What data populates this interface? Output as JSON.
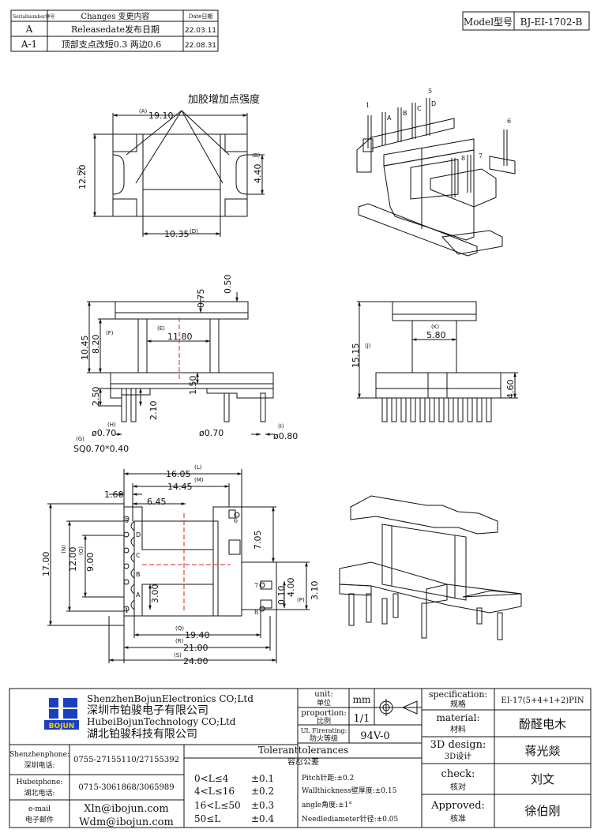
{
  "revision_table": {
    "headers": {
      "serial": "Serialnumber序号",
      "changes": "Changes 变更内容",
      "date": "Date日期"
    },
    "rows": [
      {
        "serial": "A",
        "change": "Releasedate发布日期",
        "date": "22.03.11"
      },
      {
        "serial": "A-1",
        "change": "顶部支点改短0.3 两边0.6",
        "date": "22.08.31"
      }
    ]
  },
  "model": {
    "label": "Model型号",
    "value": "BJ-EI-1702-B"
  },
  "top_view": {
    "note": "加胶增加点强度",
    "dims": {
      "A": "19.10",
      "A_tag": "(A)",
      "B": "4.40",
      "B_tag": "(B)",
      "C": "12.20",
      "C_tag": "(C)",
      "D": "10.35",
      "D_tag": "(D)"
    }
  },
  "iso_top_pins": {
    "p1": "1",
    "p5": "5",
    "p6": "6",
    "p7": "7",
    "p8": "8",
    "pA": "A",
    "pB": "B",
    "pC": "C",
    "pD": "D"
  },
  "front_view": {
    "dims": {
      "d050": "0.50",
      "d075": "0.75",
      "E": "11.80",
      "E_tag": "(E)",
      "F": "8.20",
      "F_tag": "(F)",
      "d1045": "10.45",
      "d250": "2.50",
      "d150": "1.50",
      "d210": "2.10",
      "H": "ø0.70",
      "H_tag": "(H)",
      "d070b": "ø0.70",
      "I": "ø0.80",
      "I_tag": "(I)",
      "G": "SQ0.70*0.40",
      "G_tag": "(G)"
    }
  },
  "side_view": {
    "dims": {
      "J": "15.15",
      "J_tag": "(J)",
      "K": "5.80",
      "K_tag": "(K)",
      "d460": "4.60"
    }
  },
  "bottom_view": {
    "dims": {
      "L": "16.05",
      "L_tag": "(L)",
      "M": "14.45",
      "M_tag": "(M)",
      "d160": "1.60",
      "d645": "6.45",
      "d1700": "17.00",
      "N": "12.00",
      "N_tag": "(N)",
      "O": "9.00",
      "O_tag": "(O)",
      "d300": "3.00",
      "d705": "7.05",
      "d310": "3.10",
      "P": "4.00",
      "P_tag": "(P)",
      "d010": "0.10",
      "Q": "19.40",
      "Q_tag": "(Q)",
      "R": "21.00",
      "R_tag": "(R)",
      "S": "24.00",
      "S_tag": "(S)"
    },
    "pins": {
      "p5": "5",
      "pD": "D",
      "pC": "C",
      "pB": "B",
      "pA": "A",
      "p1": "1",
      "p6": "6",
      "p7": "7",
      "p8": "8"
    }
  },
  "title_block": {
    "company_en1": "ShenzhenBojunElectronics CO;Ltd",
    "company_cn1": "深圳市铂骏电子有限公司",
    "company_en2": "HubeiBojunTechnology CO;Ltd",
    "company_cn2": "湖北铂骏科技有限公司",
    "logo_text": "BOJUN",
    "unit_label": "unit:",
    "unit_label_cn": "单位",
    "unit_value": "mm",
    "proportion_label": "proportion:",
    "proportion_label_cn": "比例",
    "proportion_value": "1/1",
    "fire_label": "UL Firerating:",
    "fire_label_cn": "防火等级",
    "fire_value": "94V-0",
    "spec_label": "specification:",
    "spec_label_cn": "规格",
    "spec_value": "EI-17(5+4+1+2)PIN",
    "material_label": "material:",
    "material_label_cn": "材料",
    "material_value": "酚醛电木",
    "design_label": "3D design:",
    "design_label_cn": "3D设计",
    "design_value": "蒋光燚",
    "check_label": "check:",
    "check_label_cn": "核对",
    "check_value": "刘文",
    "approved_label": "Approved:",
    "approved_label_cn": "核准",
    "approved_value": "徐伯刚",
    "phone1_label": "Shenzhenphone:",
    "phone1_label_cn": "深圳电话:",
    "phone1_value": "0755-27155110/27155392",
    "phone2_label": "Hubeiphone:",
    "phone2_label_cn": "湖北电话:",
    "phone2_value": "0715-3061868/3065989",
    "email_label": "e-mail",
    "email_label_cn": "电子邮件",
    "email1": "Xln@ibojun.com",
    "email2": "Wdm@ibojun.com",
    "tol_title": "Toleranttolerances",
    "tol_title_cn": "容忍公差",
    "tol_rows": [
      {
        "range": "0<L≤4",
        "value": "±0.1"
      },
      {
        "range": "4<L≤16",
        "value": "±0.2"
      },
      {
        "range": "16<L≤50",
        "value": "±0.3"
      },
      {
        "range": "50≤L",
        "value": "±0.4"
      }
    ],
    "notes": [
      "Pitch针距:±0.2",
      "Wallthickness壁厚度:±0.15",
      "angle角度:±1°",
      "Needlediameter针径:±0.05"
    ]
  }
}
